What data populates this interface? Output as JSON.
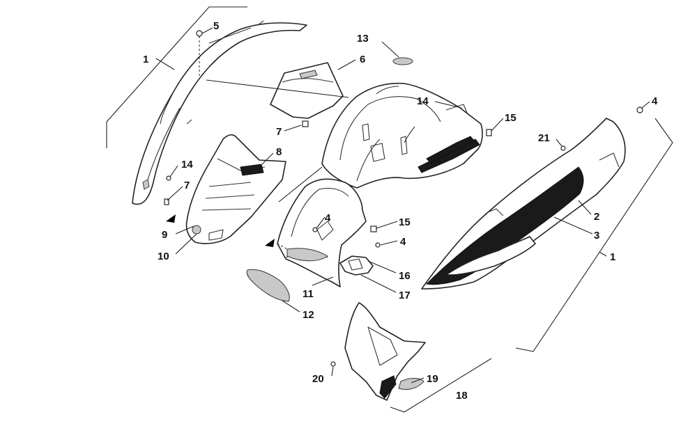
{
  "callouts": [
    {
      "id": "c1-left",
      "label": "1"
    },
    {
      "id": "c5",
      "label": "5"
    },
    {
      "id": "c6",
      "label": "6"
    },
    {
      "id": "c13",
      "label": "13"
    },
    {
      "id": "c7-top",
      "label": "7"
    },
    {
      "id": "c14-top",
      "label": "14"
    },
    {
      "id": "c15-top",
      "label": "15"
    },
    {
      "id": "c4-top",
      "label": "4"
    },
    {
      "id": "c21",
      "label": "21"
    },
    {
      "id": "c8",
      "label": "8"
    },
    {
      "id": "c14-left",
      "label": "14"
    },
    {
      "id": "c7-left",
      "label": "7"
    },
    {
      "id": "c9",
      "label": "9"
    },
    {
      "id": "c10",
      "label": "10"
    },
    {
      "id": "c4-mid",
      "label": "4"
    },
    {
      "id": "c15-mid",
      "label": "15"
    },
    {
      "id": "c4-low",
      "label": "4"
    },
    {
      "id": "c16",
      "label": "16"
    },
    {
      "id": "c17",
      "label": "17"
    },
    {
      "id": "c11",
      "label": "11"
    },
    {
      "id": "c12",
      "label": "12"
    },
    {
      "id": "c2",
      "label": "2"
    },
    {
      "id": "c3",
      "label": "3"
    },
    {
      "id": "c1-right",
      "label": "1"
    },
    {
      "id": "c20",
      "label": "20"
    },
    {
      "id": "c19",
      "label": "19"
    },
    {
      "id": "c18",
      "label": "18"
    }
  ]
}
